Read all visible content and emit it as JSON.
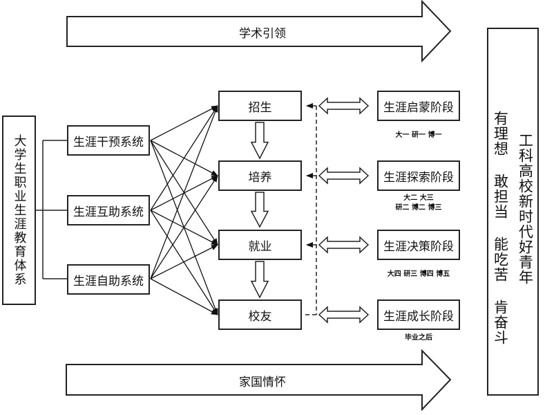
{
  "top_arrow": {
    "label": "学术引领"
  },
  "bottom_arrow": {
    "label": "家国情怀"
  },
  "root": {
    "label": "大学生职业生涯教育体系"
  },
  "systems": [
    {
      "label": "生涯干预系统"
    },
    {
      "label": "生涯互助系统"
    },
    {
      "label": "生涯自助系统"
    }
  ],
  "processes": [
    {
      "label": "招生"
    },
    {
      "label": "培养"
    },
    {
      "label": "就业"
    },
    {
      "label": "校友"
    }
  ],
  "stages": [
    {
      "label": "生涯启蒙阶段",
      "years": [
        "大一 研一 博一"
      ]
    },
    {
      "label": "生涯探索阶段",
      "years": [
        "大二 大三",
        "研二 博二 博三"
      ]
    },
    {
      "label": "生涯决策阶段",
      "years": [
        "大四 研三 博四 博五"
      ]
    },
    {
      "label": "生涯成长阶段",
      "years": [
        "毕业之后"
      ]
    }
  ],
  "goal": {
    "line1": "有理想 敢担当 能吃苦 肯奋斗",
    "line2": "工科高校新时代好青年"
  }
}
